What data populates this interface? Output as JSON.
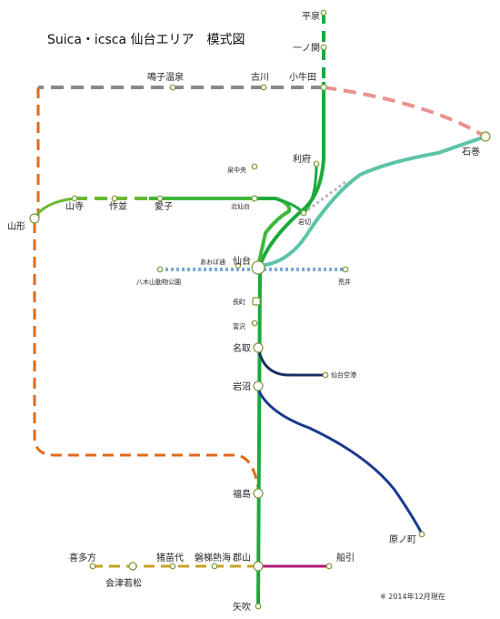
{
  "title": "Suica・icsca 仙台エリア　模式図",
  "note": "※ 2014年12月現在",
  "colors": {
    "tohoku_main": "#1aaa3c",
    "senseki": "#5cc4a8",
    "senzan": "#6ab830",
    "rikuu_east": "#8a8a8a",
    "ou_main": "#e06a1a",
    "ishinomaki_ext": "#ec9090",
    "tozai_subway": "#7aa8d8",
    "airport": "#1a3060",
    "joban": "#1a3a90",
    "banetsu_west": "#c8a020",
    "banetsu_east": "#b01870",
    "senseki_dotted": "#b8b8b8"
  },
  "stations": {
    "hiraizumi": "平泉",
    "ichinoseki": "一ノ関",
    "kogota": "小牛田",
    "furukawa": "古川",
    "narukoonsen": "鳴子温泉",
    "ishinomaki": "石巻",
    "rifu": "利府",
    "iwakiri": "岩切",
    "izumichuo": "泉中央",
    "kitasendai": "北仙台",
    "aiko": "愛子",
    "sakunami": "作並",
    "yamadera": "山寺",
    "yamagata": "山形",
    "sendai": "仙台",
    "aobadori": "あおば通",
    "yagiyama": "八木山動物公園",
    "arai": "荒井",
    "nagamachi": "長町",
    "tomizawa": "富沢",
    "natori": "名取",
    "sendaikuko": "仙台空港",
    "iwanuma": "岩沼",
    "haranomachi": "原ノ町",
    "fukushima": "福島",
    "koriyama": "郡山",
    "funehiki": "船引",
    "bandaiatami": "磐梯熱海",
    "inawashiro": "猪苗代",
    "aizuwakamatsu": "会津若松",
    "kitakata": "喜多方",
    "yabuki": "矢吹"
  }
}
